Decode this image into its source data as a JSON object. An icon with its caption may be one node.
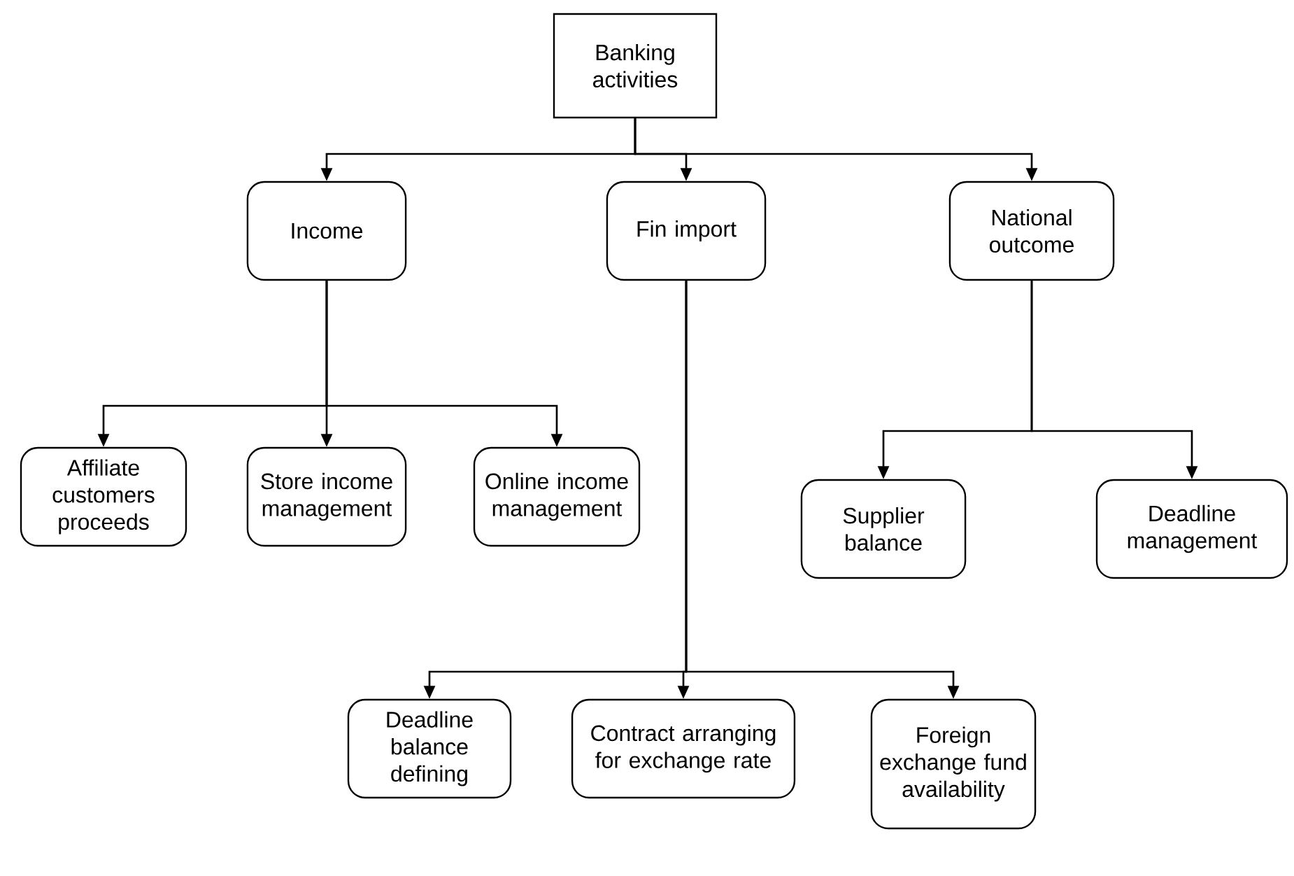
{
  "diagram": {
    "nodes": [
      {
        "text": [
          "Banking activities"
        ]
      },
      {
        "text": [
          "Income"
        ]
      },
      {
        "text": [
          "Fin import"
        ]
      },
      {
        "text": [
          "National outcome"
        ]
      },
      {
        "text": [
          "Affiliate customers proceeds"
        ]
      },
      {
        "text": [
          "Store income management"
        ]
      },
      {
        "text": [
          "Online income management"
        ]
      },
      {
        "text": [
          "Supplier balance"
        ]
      },
      {
        "text": [
          "Deadline management"
        ]
      },
      {
        "text": [
          "Deadline balance defining"
        ]
      },
      {
        "text": [
          "Contract arranging for exchange rate"
        ]
      },
      {
        "text": [
          "Foreign exchange fund availability"
        ]
      }
    ],
    "edges": [
      {
        "from": 0,
        "to": 1,
        "arrow": "to"
      },
      {
        "from": 0,
        "to": 2,
        "arrow": "to"
      },
      {
        "from": 0,
        "to": 3,
        "arrow": "to"
      },
      {
        "from": 1,
        "to": 4,
        "arrow": "to"
      },
      {
        "from": 1,
        "to": 5,
        "arrow": "to"
      },
      {
        "from": 1,
        "to": 6,
        "arrow": "to"
      },
      {
        "from": 3,
        "to": 7,
        "arrow": "to"
      },
      {
        "from": 3,
        "to": 8,
        "arrow": "to"
      },
      {
        "from": 2,
        "to": 9,
        "arrow": "to"
      },
      {
        "from": 2,
        "to": 10,
        "arrow": "to"
      },
      {
        "from": 2,
        "to": 11,
        "arrow": "to"
      }
    ]
  }
}
